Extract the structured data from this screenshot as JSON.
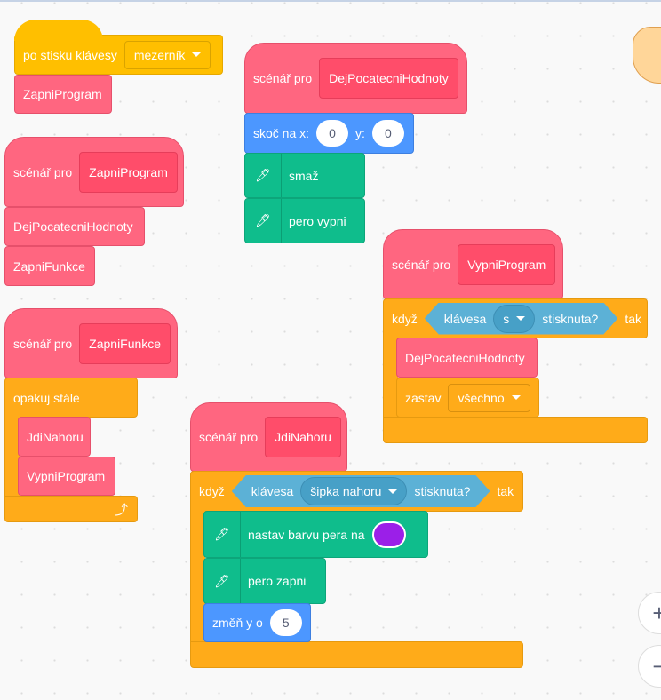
{
  "key_hat": {
    "label": "po stisku klávesy",
    "key": "mezerník",
    "block": "ZapniProgram"
  },
  "def_zapni_program": {
    "label": "scénář pro",
    "name": "ZapniProgram",
    "blocks": [
      "DejPocatecniHodnoty",
      "ZapniFunkce"
    ]
  },
  "def_zapni_funkce": {
    "label": "scénář pro",
    "name": "ZapniFunkce",
    "forever": "opakuj stále",
    "blocks": [
      "JdiNahoru",
      "VypniProgram"
    ]
  },
  "def_dej": {
    "label": "scénář pro",
    "name": "DejPocatecniHodnoty",
    "goto_x": "skoč na x:",
    "x": "0",
    "goto_y": "y:",
    "y": "0",
    "clear": "smaž",
    "pen_up": "pero vypni"
  },
  "def_vypni": {
    "label": "scénář pro",
    "name": "VypniProgram",
    "if": "když",
    "sensing": "klávesa",
    "key": "s",
    "pressed": "stisknuta?",
    "then": "tak",
    "call": "DejPocatecniHodnoty",
    "stop": "zastav",
    "stop_opt": "všechno"
  },
  "def_jdi": {
    "label": "scénář pro",
    "name": "JdiNahoru",
    "if": "když",
    "sensing": "klávesa",
    "key": "šipka nahoru",
    "pressed": "stisknuta?",
    "then": "tak",
    "set_color": "nastav barvu pera na",
    "color": "#9B1FE8",
    "pen_down": "pero zapni",
    "change_y": "změň y o",
    "dy": "5"
  },
  "zoom": {
    "in": "+",
    "out": "−"
  }
}
